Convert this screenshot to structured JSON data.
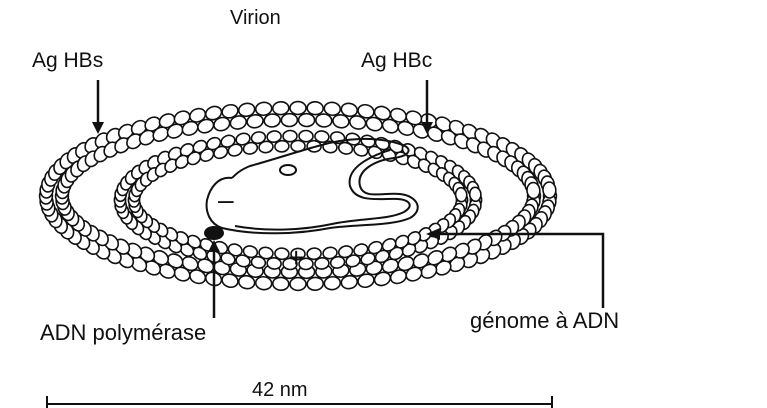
{
  "title": "Virion",
  "labels": {
    "surface_antigen": "Ag HBs",
    "core_antigen": "Ag HBc",
    "polymerase": "ADN polymérase",
    "genome": "génome à ADN",
    "minus_strand": "–",
    "plus_strand": "+"
  },
  "scale_bar": {
    "label": "42 nm"
  },
  "colors": {
    "ink": "#111111",
    "background": "#ffffff"
  }
}
